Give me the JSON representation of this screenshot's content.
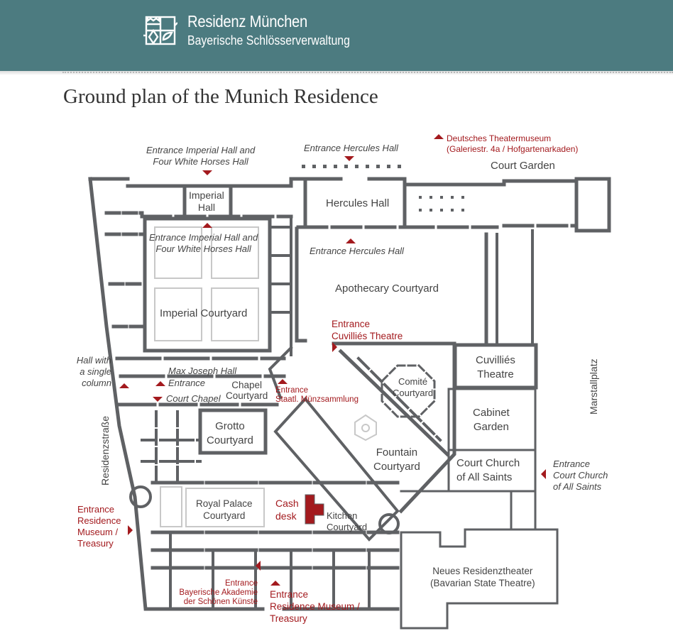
{
  "header": {
    "brand_title": "Residenz München",
    "brand_subtitle": "Bayerische Schlösserverwaltung",
    "logo_icon": "residenz-logo-icon",
    "background_color": "#4c7b80"
  },
  "page": {
    "title": "Ground plan of the Munich Residence"
  },
  "colors": {
    "wall": "#5f6164",
    "courtyard_outline": "#c8c8c8",
    "entrance": "#a31a1e",
    "label": "#444444"
  },
  "map": {
    "rooms": {
      "imperial_hall": [
        "Imperial",
        "Hall"
      ],
      "hercules_hall": "Hercules Hall",
      "imperial_courtyard": "Imperial Courtyard",
      "apothecary_courtyard": "Apothecary Courtyard",
      "max_joseph_hall": "Max Joseph Hall",
      "chapel_courtyard": [
        "Chapel",
        "Courtyard"
      ],
      "grotto_courtyard": [
        "Grotto",
        "Courtyard"
      ],
      "comite_courtyard": [
        "Comité",
        "Courtyard"
      ],
      "cuvillies_theatre": [
        "Cuvilliés",
        "Theatre"
      ],
      "cabinet_garden": [
        "Cabinet",
        "Garden"
      ],
      "fountain_courtyard": [
        "Fountain",
        "Courtyard"
      ],
      "court_church": [
        "Court Church",
        "of All Saints"
      ],
      "royal_palace_courtyard": [
        "Royal Palace",
        "Courtyard"
      ],
      "kitchen_courtyard": [
        "Kitchen",
        "Courtyard"
      ],
      "neues_residenztheater": [
        "Neues Residenztheater",
        "(Bavarian State Theatre)"
      ],
      "hall_single_column": [
        "Hall with",
        "a single",
        "column"
      ],
      "cash_desk": [
        "Cash",
        "desk"
      ]
    },
    "streets": {
      "court_garden": "Court Garden",
      "marstallplatz": "Marstallplatz",
      "residenzstrasse": "Residenzstraße"
    },
    "entrances": {
      "imperial_hall_outer": [
        "Entrance Imperial Hall and",
        "Four White Horses Hall"
      ],
      "imperial_hall_inner": [
        "Entrance Imperial Hall and",
        "Four White Horses Hall"
      ],
      "hercules_hall_outer": "Entrance Hercules Hall",
      "hercules_hall_inner": "Entrance Hercules Hall",
      "theatermuseum": [
        "Deutsches Theatermuseum",
        "(Galeriestr. 4a  / Hofgartenarkaden)"
      ],
      "cuvillies_theatre": [
        "Entrance",
        "Cuvilliés Theatre"
      ],
      "entrance_generic": "Entrance",
      "court_chapel": "Court Chapel",
      "muenzsammlung": [
        "Entrance",
        "Staatl. Münzsammlung"
      ],
      "court_church": [
        "Entrance",
        "Court Church",
        "of All Saints"
      ],
      "museum_west": [
        "Entrance",
        "Residence",
        "Museum /",
        "Treasury"
      ],
      "akademie": [
        "Entrance",
        "Bayerische Akademie",
        "der Schönen Künste"
      ],
      "museum_south": [
        "Entrance",
        "Residence Museum /",
        "Treasury"
      ]
    }
  }
}
